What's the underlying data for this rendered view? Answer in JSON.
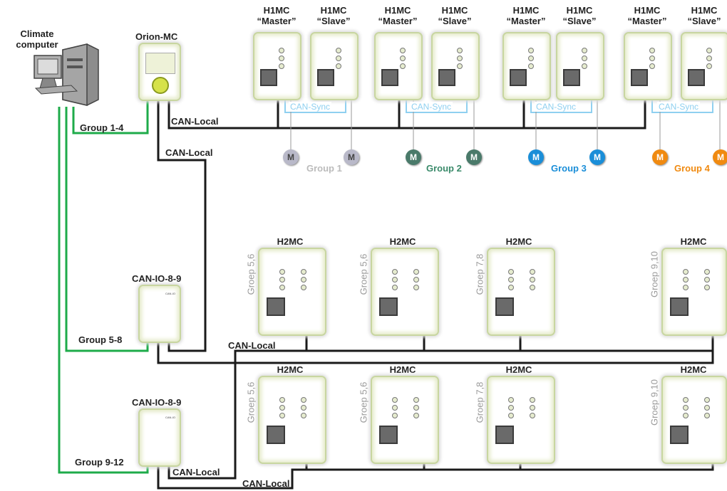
{
  "climate_computer": {
    "line1": "Climate",
    "line2": "computer"
  },
  "orion": {
    "label": "Orion-MC"
  },
  "h1mc": [
    {
      "name": "H1MC",
      "role": "“Master”"
    },
    {
      "name": "H1MC",
      "role": "“Slave”"
    },
    {
      "name": "H1MC",
      "role": "“Master”"
    },
    {
      "name": "H1MC",
      "role": "“Slave”"
    },
    {
      "name": "H1MC",
      "role": "“Master”"
    },
    {
      "name": "H1MC",
      "role": "“Slave”"
    },
    {
      "name": "H1MC",
      "role": "“Master”"
    },
    {
      "name": "H1MC",
      "role": "“Slave”"
    }
  ],
  "can_sync": "CAN-Sync",
  "motor_letter": "M",
  "motor_groups": [
    {
      "label": "Group 1",
      "color": "#b9b9c9",
      "text_color": "#bbbbbb"
    },
    {
      "label": "Group 2",
      "color": "#4a7a6a",
      "text_color": "#3a8a6a"
    },
    {
      "label": "Group 3",
      "color": "#1a8ed8",
      "text_color": "#1a8ed8"
    },
    {
      "label": "Group 4",
      "color": "#f08a10",
      "text_color": "#f08a10"
    }
  ],
  "connection_labels": {
    "group_1_4": "Group 1-4",
    "group_5_8": "Group 5-8",
    "group_9_12": "Group 9-12",
    "can_local": "CAN-Local"
  },
  "can_io": [
    {
      "label": "CAN-IO-8-9"
    },
    {
      "label": "CAN-IO-8-9"
    }
  ],
  "h2mc_row1": [
    {
      "name": "H2MC",
      "groep": "Groep 5,6"
    },
    {
      "name": "H2MC",
      "groep": "Groep 5,6"
    },
    {
      "name": "H2MC",
      "groep": "Groep 7,8"
    },
    {
      "name": "H2MC",
      "groep": "Groep 9,10"
    }
  ],
  "h2mc_row2": [
    {
      "name": "H2MC",
      "groep": "Groep 5,6"
    },
    {
      "name": "H2MC",
      "groep": "Groep 5,6"
    },
    {
      "name": "H2MC",
      "groep": "Groep 7,8"
    },
    {
      "name": "H2MC",
      "groep": "Groep 9,10"
    }
  ],
  "colors": {
    "green_line": "#1eab4a",
    "black_line": "#1a1a1a",
    "sync_line": "#8fd0f0",
    "sync_text": "#8fd0f0"
  }
}
